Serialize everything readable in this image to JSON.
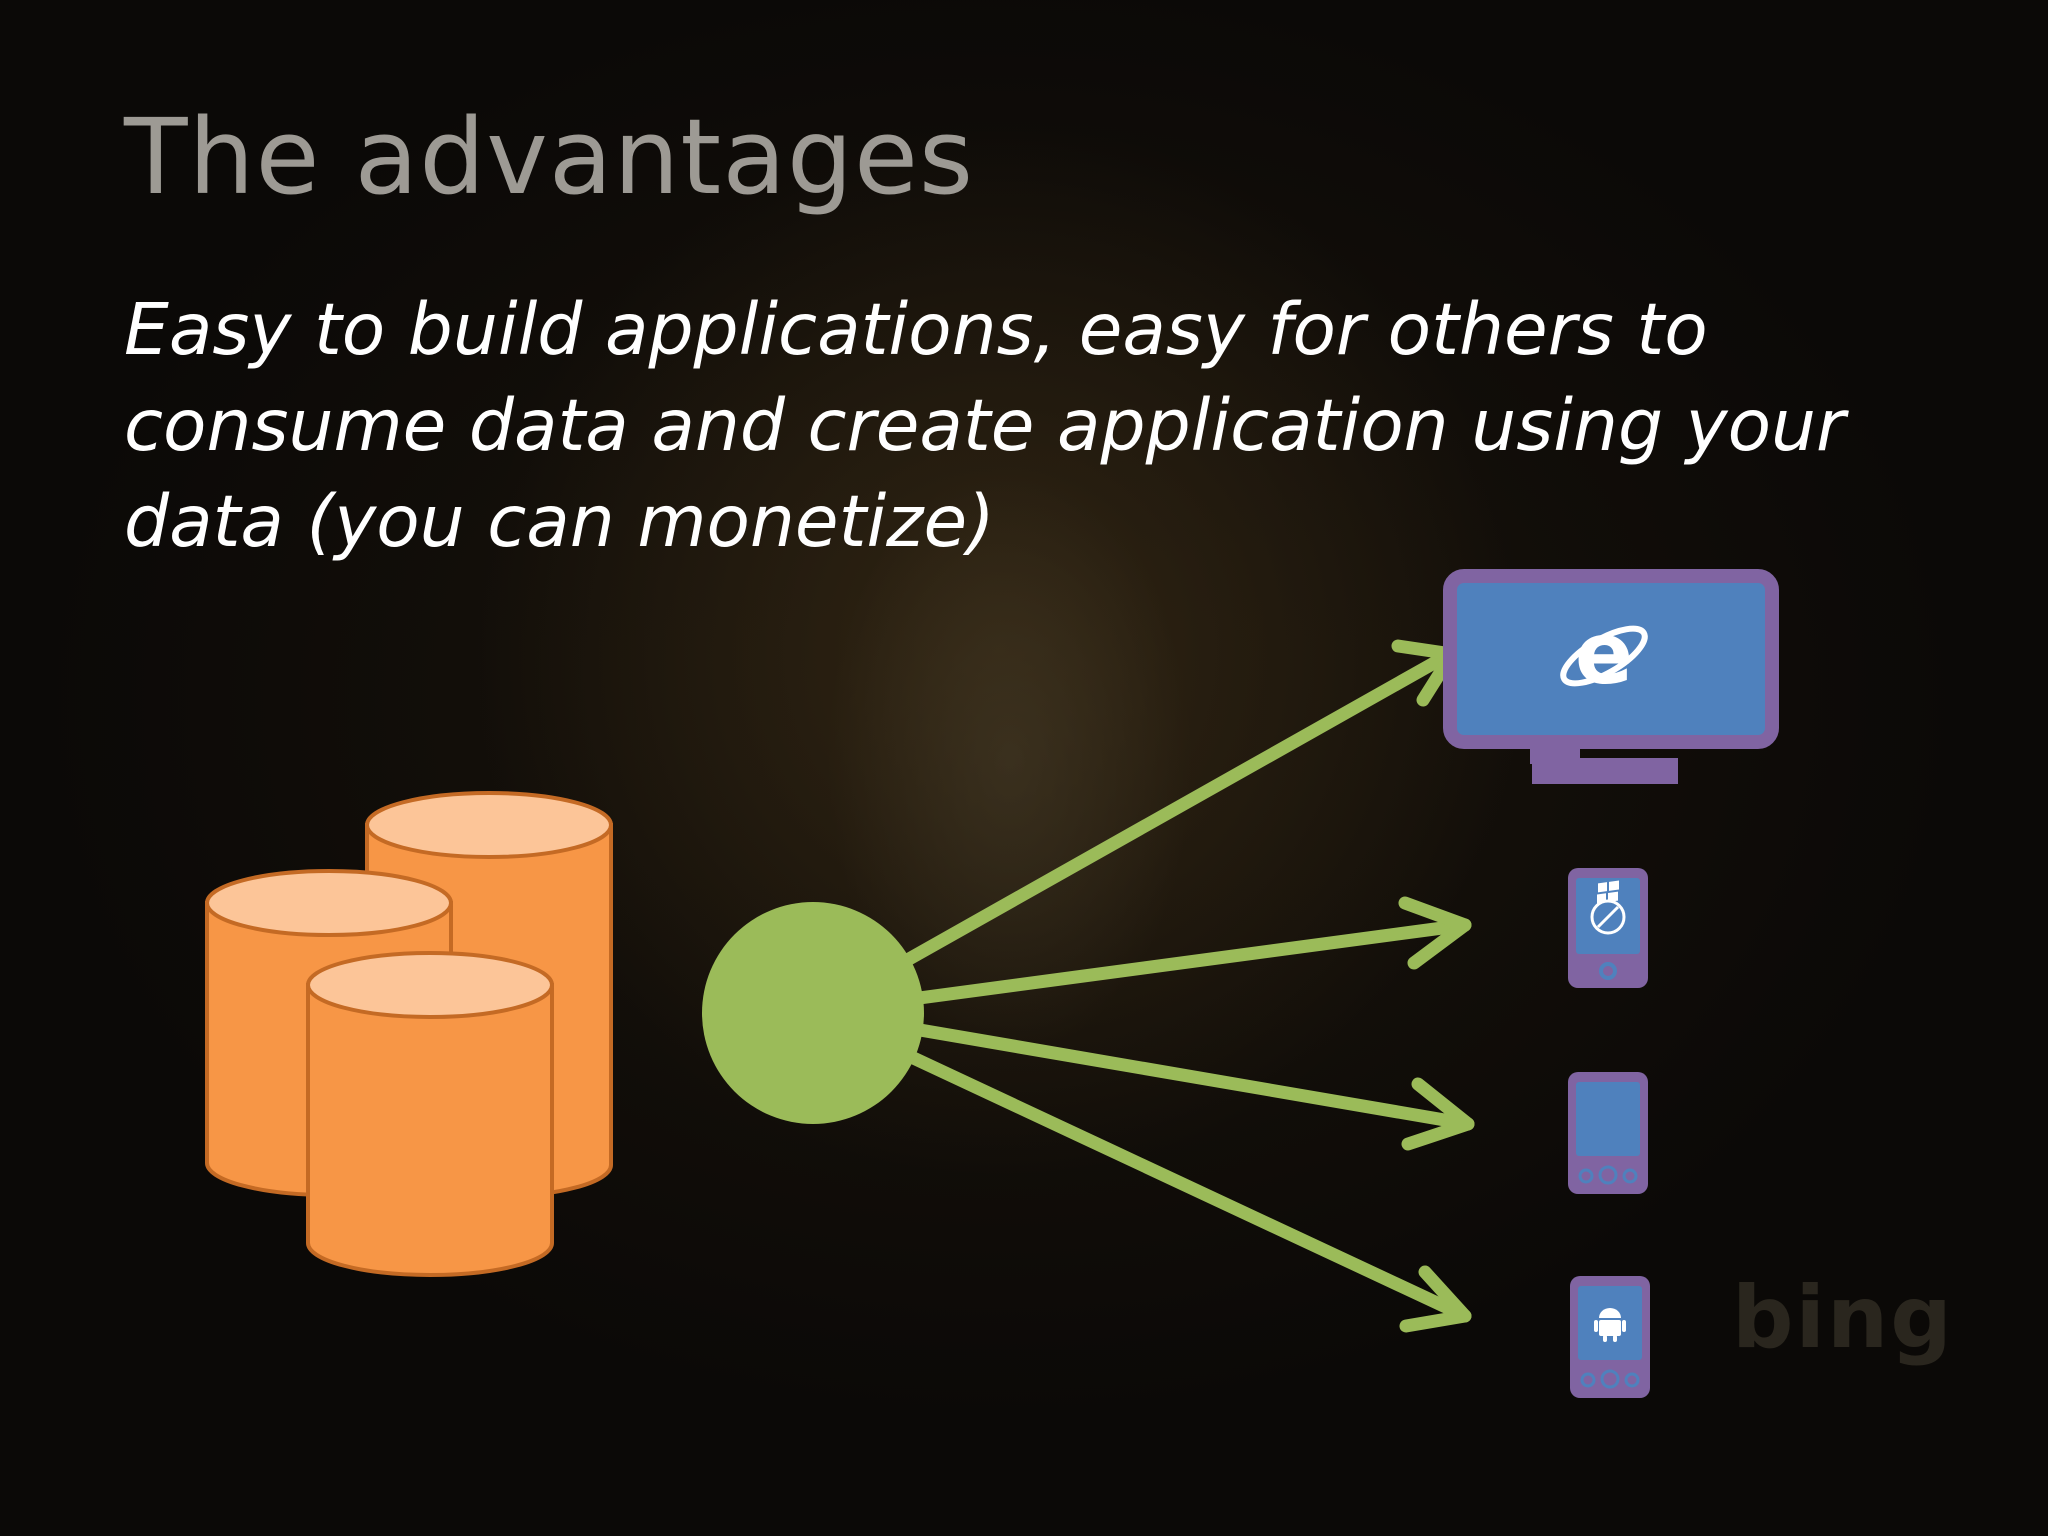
{
  "slide": {
    "title": "The advantages",
    "subtitle": "Easy to build applications, easy for others to consume data and create application using your data (you can monetize)",
    "watermark": "bing"
  },
  "diagram": {
    "source": {
      "icon": "database-cylinders-icon",
      "color": "#f79646",
      "top_color": "#fcc598",
      "outline": "#c46a24"
    },
    "hub": {
      "icon": "hub-circle",
      "color": "#9bbb59"
    },
    "arrow_color": "#9bbb59",
    "targets": [
      {
        "name": "desktop-browser",
        "icon": "internet-explorer-icon",
        "frame": "#8064a2",
        "screen": "#4f81bd"
      },
      {
        "name": "iphone",
        "icon": "safari-compass-icon",
        "frame": "#8064a2",
        "screen": "#4f81bd"
      },
      {
        "name": "windows-phone",
        "icon": "windows-logo-icon",
        "frame": "#8064a2",
        "screen": "#4f81bd"
      },
      {
        "name": "android-phone",
        "icon": "android-robot-icon",
        "frame": "#8064a2",
        "screen": "#4f81bd"
      }
    ]
  }
}
